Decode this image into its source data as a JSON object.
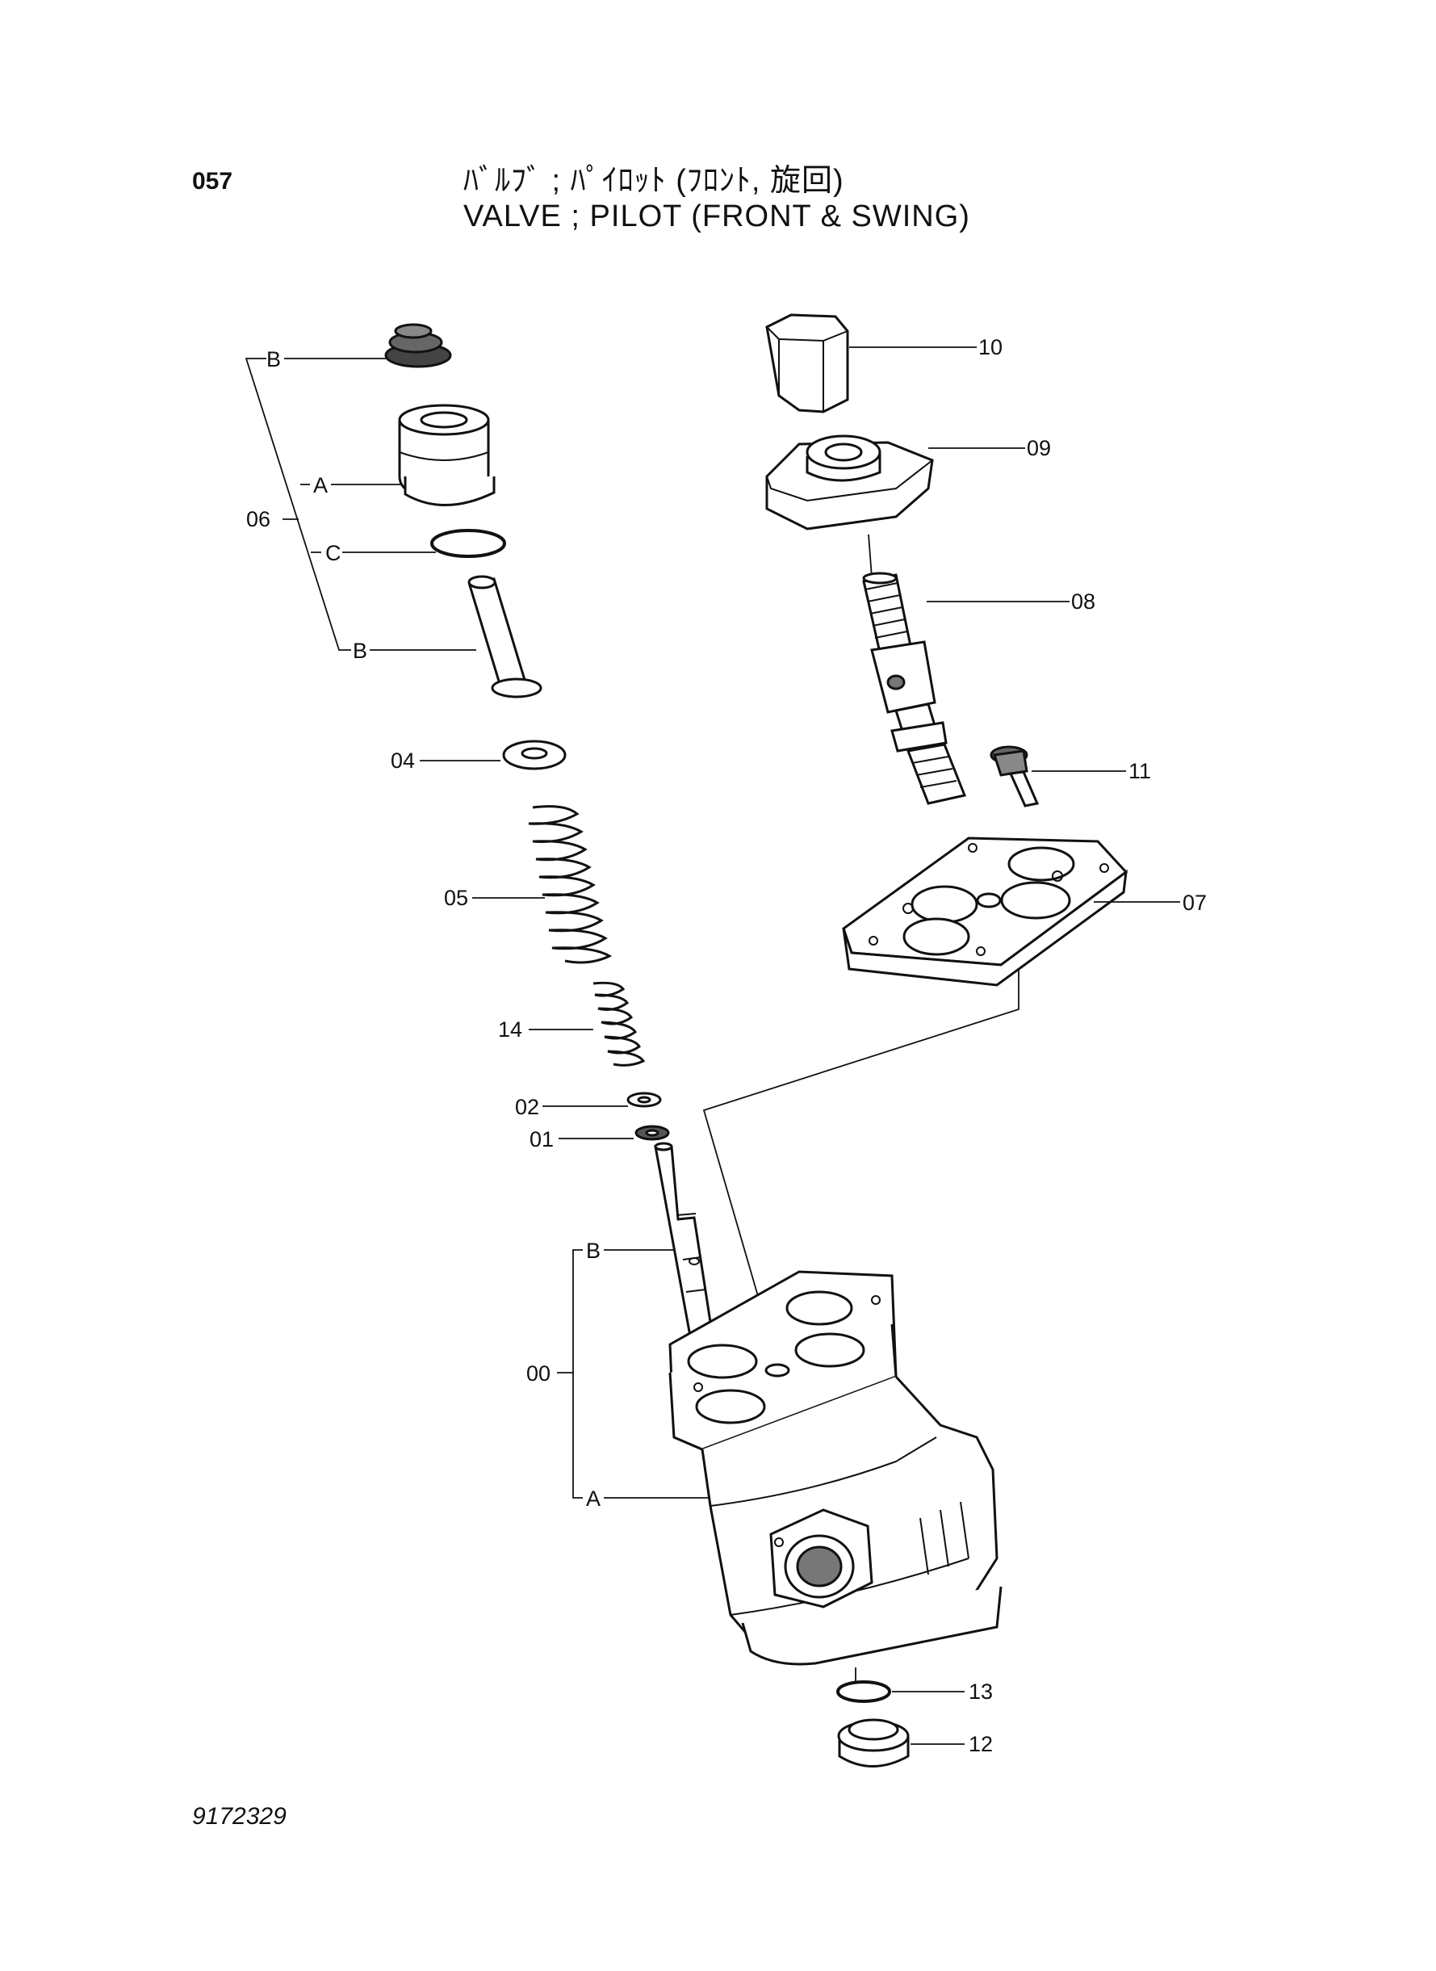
{
  "header": {
    "page_number": "057",
    "title_jp": "ﾊﾞﾙﾌﾞ ; ﾊﾟｲﾛｯﾄ (ﾌﾛﾝﾄ, 旋回)",
    "title_en": "VALVE ; PILOT (FRONT & SWING)"
  },
  "footer": {
    "drawing_code": "9172329"
  },
  "callouts": {
    "g06": "06",
    "g06_b_top": "B",
    "g06_a": "A",
    "g06_c": "C",
    "g06_b_bottom": "B",
    "p04": "04",
    "p05": "05",
    "p14": "14",
    "p02": "02",
    "p01": "01",
    "g00": "00",
    "g00_b": "B",
    "g00_a": "A",
    "p10": "10",
    "p09": "09",
    "p08": "08",
    "p11": "11",
    "p07": "07",
    "p13": "13",
    "p12": "12"
  }
}
